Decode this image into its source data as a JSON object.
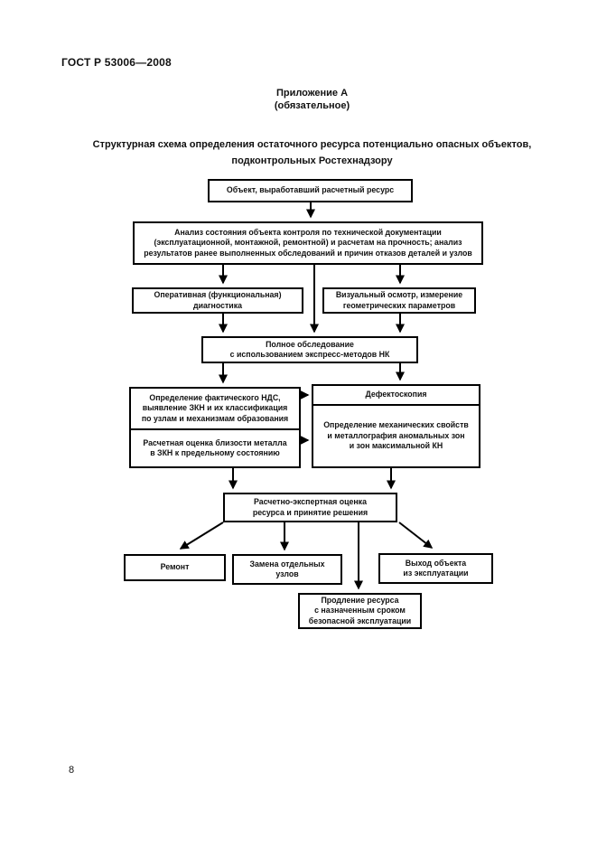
{
  "page": {
    "standard_code": "ГОСТ Р 53006—2008",
    "appendix": "Приложение А\n(обязательное)",
    "figure_title": "Структурная схема определения остаточного ресурса потенциально опасных объектов,\nподконтрольных Ростехнадзору",
    "page_number": "8"
  },
  "flowchart": {
    "nodes": {
      "object": "Объект, выработавший расчетный ресурс",
      "analysis": "Анализ состояния объекта контроля по технической документации\n(эксплуатационной, монтажной, ремонтной) и расчетам на прочность; анализ\nрезультатов ранее выполненных обследований и причин отказов деталей и узлов",
      "diagnostics": "Оперативная (функциональная)\nдиагностика",
      "visual_inspection": "Визуальный осмотр, измерение\nгеометрических параметров",
      "full_survey": "Полное обследование\nс использованием экспресс-методов НК",
      "stress_state": "Определение фактического НДС,\nвыявление ЗКН и их классификация\nпо узлам и механизмам образования",
      "metal_proximity": "Расчетная оценка близости металла\nв ЗКН к предельному состоянию",
      "defectoscopy": "Дефектоскопия",
      "mechanical_properties": "Определение механических свойств\nи металлография аномальных зон\nи зон максимальной КН",
      "assessment": "Расчетно-экспертная оценка\nресурса и принятие решения",
      "repair": "Ремонт",
      "replacement": "Замена отдельных\nузлов",
      "decommission": "Выход объекта\nиз эксплуатации",
      "extension": "Продление ресурса\nс назначенным сроком\nбезопасной эксплуатации"
    }
  }
}
